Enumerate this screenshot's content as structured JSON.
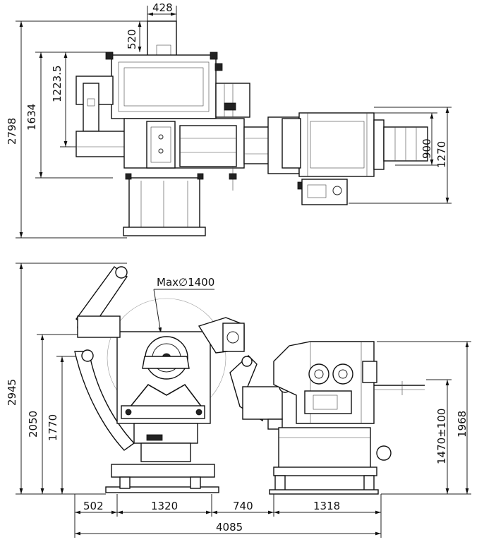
{
  "top_view": {
    "dims": {
      "overall_width": "428",
      "upper_offset": "520",
      "height_total": "2798",
      "height_1634": "1634",
      "height_1223": "1223.5",
      "feeder_900": "900",
      "feeder_1270": "1270"
    }
  },
  "side_view": {
    "coil_label": "Max∅1400",
    "dims": {
      "height_2945": "2945",
      "height_2050": "2050",
      "height_1770": "1770",
      "height_1968": "1968",
      "pass_line": "1470±100",
      "len_502": "502",
      "len_1320": "1320",
      "len_740": "740",
      "len_1318": "1318",
      "len_total": "4085"
    }
  }
}
